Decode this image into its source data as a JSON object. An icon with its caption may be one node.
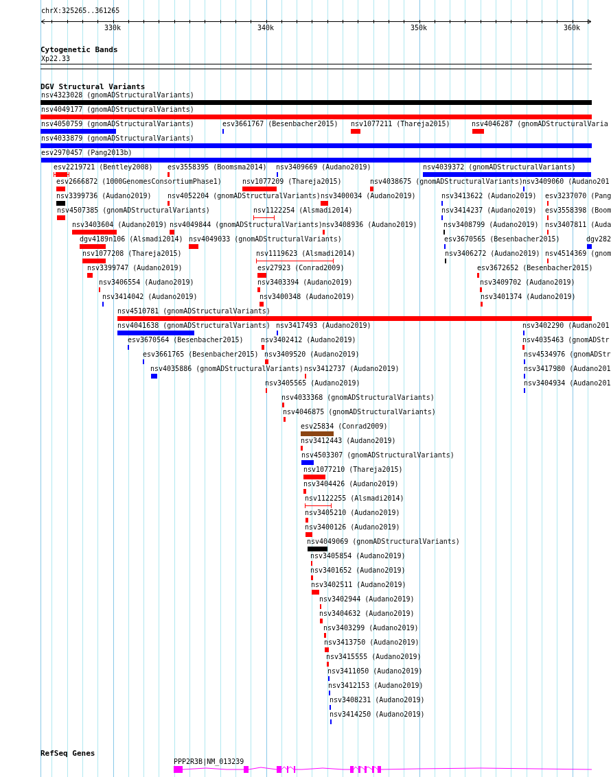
{
  "diagram": {
    "labels": [
      "chrX:325265..361265",
      "330k",
      "340k",
      "350k",
      "360k",
      "Cytogenetic Bands",
      "Xp22.33",
      "DGV Structural Variants",
      "nsv4323028 (gnomADStructuralVariants)",
      "nsv4049177 (gnomADStructuralVariants)",
      "nsv4050759 (gnomADStructuralVariants)",
      "esv3661767 (Besenbacher2015)",
      "nsv1077211 (Thareja2015)",
      "nsv4046287 (gnomADStructuralVaria",
      "nsv4033879 (gnomADStructuralVariants)",
      "esv2970457 (Pang2013b)",
      "esv2219721 (Bentley2008)",
      "esv3558395 (Boomsma2014)",
      "nsv3409669 (Audano2019)",
      "nsv4039372 (gnomADStructuralVariants)",
      "esv2666872 (1000GenomesConsortiumPhase1)",
      "nsv1077209 (Thareja2015)",
      "nsv4038675 (gnomADStructuralVariants)",
      "nsv3409060 (Audano201",
      "nsv3399736 (Audano2019)",
      "nsv4052204 (gnomADStructuralVariants)",
      "nsv3400034 (Audano2019)",
      "nsv3413622 (Audano2019)",
      "esv3237070 (Pang",
      "nsv4507385 (gnomADStructuralVariants)",
      "nsv1122254 (Alsmadi2014)",
      "nsv3414237 (Audano2019)",
      "esv3558398 (Boom",
      "nsv3403604 (Audano2019)",
      "nsv4049844 (gnomADStructuralVariants)",
      "nsv3408936 (Audano2019)",
      "nsv3408799 (Audano2019)",
      "nsv3407811 (Auda",
      "dgv4189n106 (Alsmadi2014)",
      "nsv4049033 (gnomADStructuralVariants)",
      "esv3670565 (Besenbacher2015)",
      "dgv282",
      "nsv1077208 (Thareja2015)",
      "nsv1119623 (Alsmadi2014)",
      "nsv3406272 (Audano2019)",
      "nsv4514369 (gnom",
      "nsv3399747 (Audano2019)",
      "esv27923 (Conrad2009)",
      "esv3672652 (Besenbacher2015)",
      "nsv3406554 (Audano2019)",
      "nsv3403394 (Audano2019)",
      "nsv3409702 (Audano2019)",
      "nsv3414042 (Audano2019)",
      "nsv3400348 (Audano2019)",
      "nsv3401374 (Audano2019)",
      "nsv4510781 (gnomADStructuralVariants)",
      "nsv4041638 (gnomADStructuralVariants)",
      "nsv3417493 (Audano2019)",
      "nsv3402290 (Audano201",
      "esv3670564 (Besenbacher2015)",
      "nsv3402412 (Audano2019)",
      "nsv4035463 (gnomADStr",
      "esv3661765 (Besenbacher2015)",
      "nsv3409520 (Audano2019)",
      "nsv4534976 (gnomADStr",
      "nsv4035886 (gnomADStructuralVariants)",
      "nsv3412737 (Audano2019)",
      "nsv3417980 (Audano201",
      "nsv3405565 (Audano2019)",
      "nsv3404934 (Audano201",
      "nsv4033368 (gnomADStructuralVariants)",
      "nsv4046875 (gnomADStructuralVariants)",
      "esv25834 (Conrad2009)",
      "nsv3412443 (Audano2019)",
      "nsv4503307 (gnomADStructuralVariants)",
      "nsv1077210 (Thareja2015)",
      "nsv3404426 (Audano2019)",
      "nsv1122255 (Alsmadi2014)",
      "nsv3405210 (Audano2019)",
      "nsv3400126 (Audano2019)",
      "nsv4049069 (gnomADStructuralVariants)",
      "nsv3405854 (Audano2019)",
      "nsv3401652 (Audano2019)",
      "nsv3402511 (Audano2019)",
      "nsv3402944 (Audano2019)",
      "nsv3404632 (Audano2019)",
      "nsv3403299 (Audano2019)",
      "nsv3413750 (Audano2019)",
      "nsv3415555 (Audano2019)",
      "nsv3411050 (Audano2019)",
      "nsv3412153 (Audano2019)",
      "nsv3408231 (Audano2019)",
      "nsv3414250 (Audano2019)",
      "RefSeq Genes",
      "PPP2R3B|NM_013239"
    ]
  }
}
